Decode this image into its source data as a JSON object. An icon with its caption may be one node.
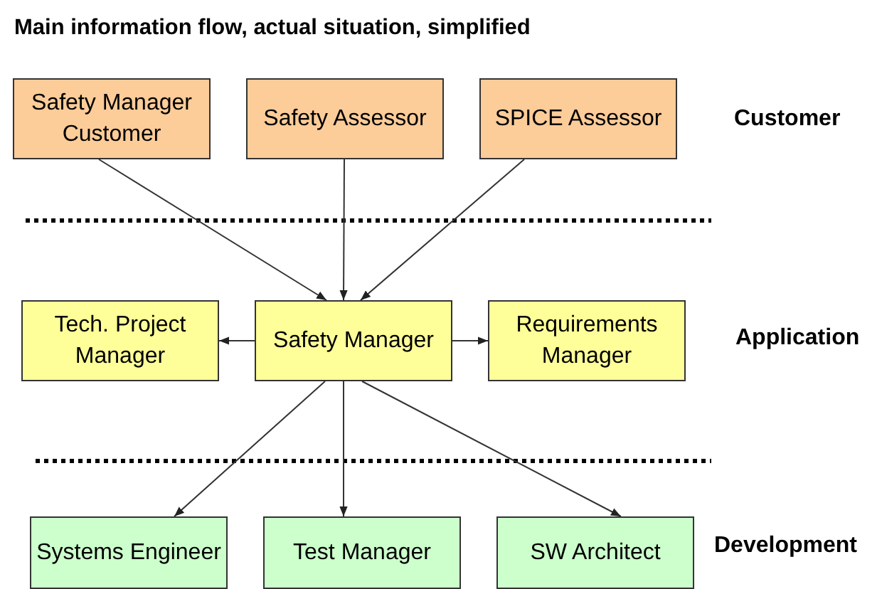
{
  "diagram": {
    "title": "Main information flow, actual situation, simplified",
    "nodes": [
      {
        "text": [
          "Safety Manager Customer"
        ]
      },
      {
        "text": [
          "Safety Assessor"
        ]
      },
      {
        "text": [
          "SPICE Assessor"
        ]
      },
      {
        "text": [
          "Tech. Project Manager"
        ]
      },
      {
        "text": [
          "Safety Manager"
        ]
      },
      {
        "text": [
          "Requirements Manager"
        ]
      },
      {
        "text": [
          "Systems Engineer"
        ]
      },
      {
        "text": [
          "Test Manager"
        ]
      },
      {
        "text": [
          "SW Architect"
        ]
      }
    ],
    "edges": [
      {
        "from": 0,
        "to": 4,
        "arrow": "to"
      },
      {
        "from": 1,
        "to": 4,
        "arrow": "to"
      },
      {
        "from": 2,
        "to": 4,
        "arrow": "to"
      },
      {
        "from": 4,
        "to": 3,
        "arrow": "to"
      },
      {
        "from": 4,
        "to": 5,
        "arrow": "to"
      },
      {
        "from": 4,
        "to": 6,
        "arrow": "to"
      },
      {
        "from": 4,
        "to": 7,
        "arrow": "to"
      },
      {
        "from": 4,
        "to": 8,
        "arrow": "to"
      }
    ],
    "labels": [
      "Customer",
      "Application",
      "Development"
    ]
  }
}
